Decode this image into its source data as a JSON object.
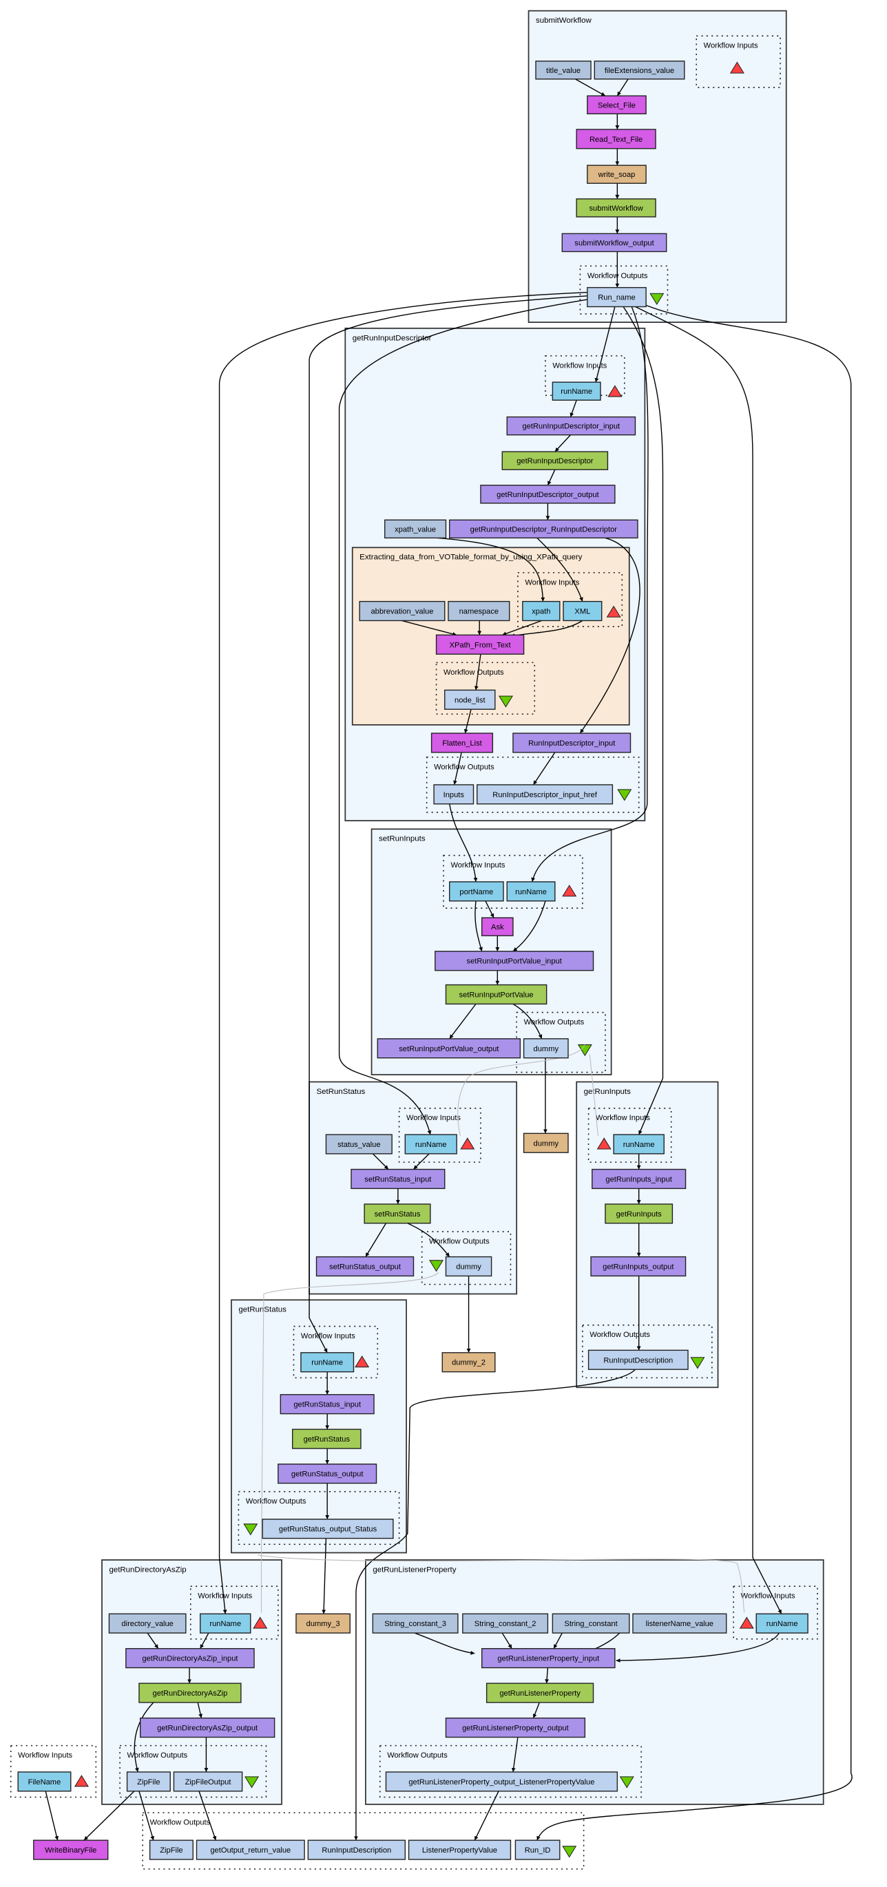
{
  "colors": {
    "cluster_bg": "#eef6fe",
    "nested_cluster_bg": "#fae9d6",
    "constant": "#b0c4de",
    "input_port": "#87ceeb",
    "xml_splitter": "#aa92ea",
    "wsdl_service": "#a3cb58",
    "local_worker": "#d45ce6",
    "beanshell": "#deb887",
    "output_port": "#bcd2ee",
    "input_triangle": "#ff4040",
    "output_triangle": "#66cc00"
  },
  "labels": {
    "workflow_inputs": "Workflow Inputs",
    "workflow_outputs": "Workflow Outputs"
  },
  "clusters": {
    "submitWorkflow": "submitWorkflow",
    "getRunInputDescriptor": "getRunInputDescriptor",
    "extracting": "Extracting_data_from_VOTable_format_by_using_XPath_query",
    "setRunInputs": "setRunInputs",
    "SetRunStatus": "SetRunStatus",
    "getRunInputs": "getRunInputs",
    "getRunStatus": "getRunStatus",
    "getRunDirectoryAsZip": "getRunDirectoryAsZip",
    "getRunListenerProperty": "getRunListenerProperty"
  },
  "nodes": {
    "sw_title_value": "title_value",
    "sw_fileExtensions_value": "fileExtensions_value",
    "sw_Select_File": "Select_File",
    "sw_Read_Text_File": "Read_Text_File",
    "sw_write_soap": "write_soap",
    "sw_submitWorkflow": "submitWorkflow",
    "sw_submitWorkflow_output": "submitWorkflow_output",
    "sw_Run_name": "Run_name",
    "grid_runName": "runName",
    "grid_input": "getRunInputDescriptor_input",
    "grid_service": "getRunInputDescriptor",
    "grid_output": "getRunInputDescriptor_output",
    "grid_xpath_value": "xpath_value",
    "grid_rid": "getRunInputDescriptor_RunInputDescriptor",
    "ex_abbrevation_value": "abbrevation_value",
    "ex_namespace": "namespace",
    "ex_xpath": "xpath",
    "ex_XML": "XML",
    "ex_XPath_From_Text": "XPath_From_Text",
    "ex_node_list": "node_list",
    "grid_Flatten_List": "Flatten_List",
    "grid_RunInputDescriptor_input": "RunInputDescriptor_input",
    "grid_Inputs": "Inputs",
    "grid_href": "RunInputDescriptor_input_href",
    "sri_portName": "portName",
    "sri_runName": "runName",
    "sri_Ask": "Ask",
    "sri_input": "setRunInputPortValue_input",
    "sri_service": "setRunInputPortValue",
    "sri_output": "setRunInputPortValue_output",
    "sri_dummy": "dummy",
    "dummy": "dummy",
    "srs_status_value": "status_value",
    "srs_runName": "runName",
    "srs_input": "setRunStatus_input",
    "srs_service": "setRunStatus",
    "srs_output": "setRunStatus_output",
    "srs_dummy": "dummy",
    "gri_runName": "runName",
    "gri_input": "getRunInputs_input",
    "gri_service": "getRunInputs",
    "gri_output": "getRunInputs_output",
    "gri_RunInputDescription": "RunInputDescription",
    "grs_runName": "runName",
    "grs_input": "getRunStatus_input",
    "grs_service": "getRunStatus",
    "grs_output": "getRunStatus_output",
    "grs_status": "getRunStatus_output_Status",
    "dummy_2": "dummy_2",
    "dummy_3": "dummy_3",
    "grdz_directory_value": "directory_value",
    "grdz_runName": "runName",
    "grdz_input": "getRunDirectoryAsZip_input",
    "grdz_service": "getRunDirectoryAsZip",
    "grdz_output": "getRunDirectoryAsZip_output",
    "grdz_ZipFile": "ZipFile",
    "grdz_ZipFileOutput": "ZipFileOutput",
    "grlp_String_constant_3": "String_constant_3",
    "grlp_String_constant_2": "String_constant_2",
    "grlp_String_constant": "String_constant",
    "grlp_listenerName_value": "listenerName_value",
    "grlp_runName": "runName",
    "grlp_input": "getRunListenerProperty_input",
    "grlp_service": "getRunListenerProperty",
    "grlp_output": "getRunListenerProperty_output",
    "grlp_lpv": "getRunListenerProperty_output_ListenerPropertyValue",
    "top_FileName": "FileName",
    "top_WriteBinaryFile": "WriteBinaryFile",
    "out_ZipFile": "ZipFile",
    "out_getOutput_return_value": "getOutput_return_value",
    "out_RunInputDescription": "RunInputDescription",
    "out_ListenerPropertyValue": "ListenerPropertyValue",
    "out_Run_ID": "Run_ID"
  }
}
